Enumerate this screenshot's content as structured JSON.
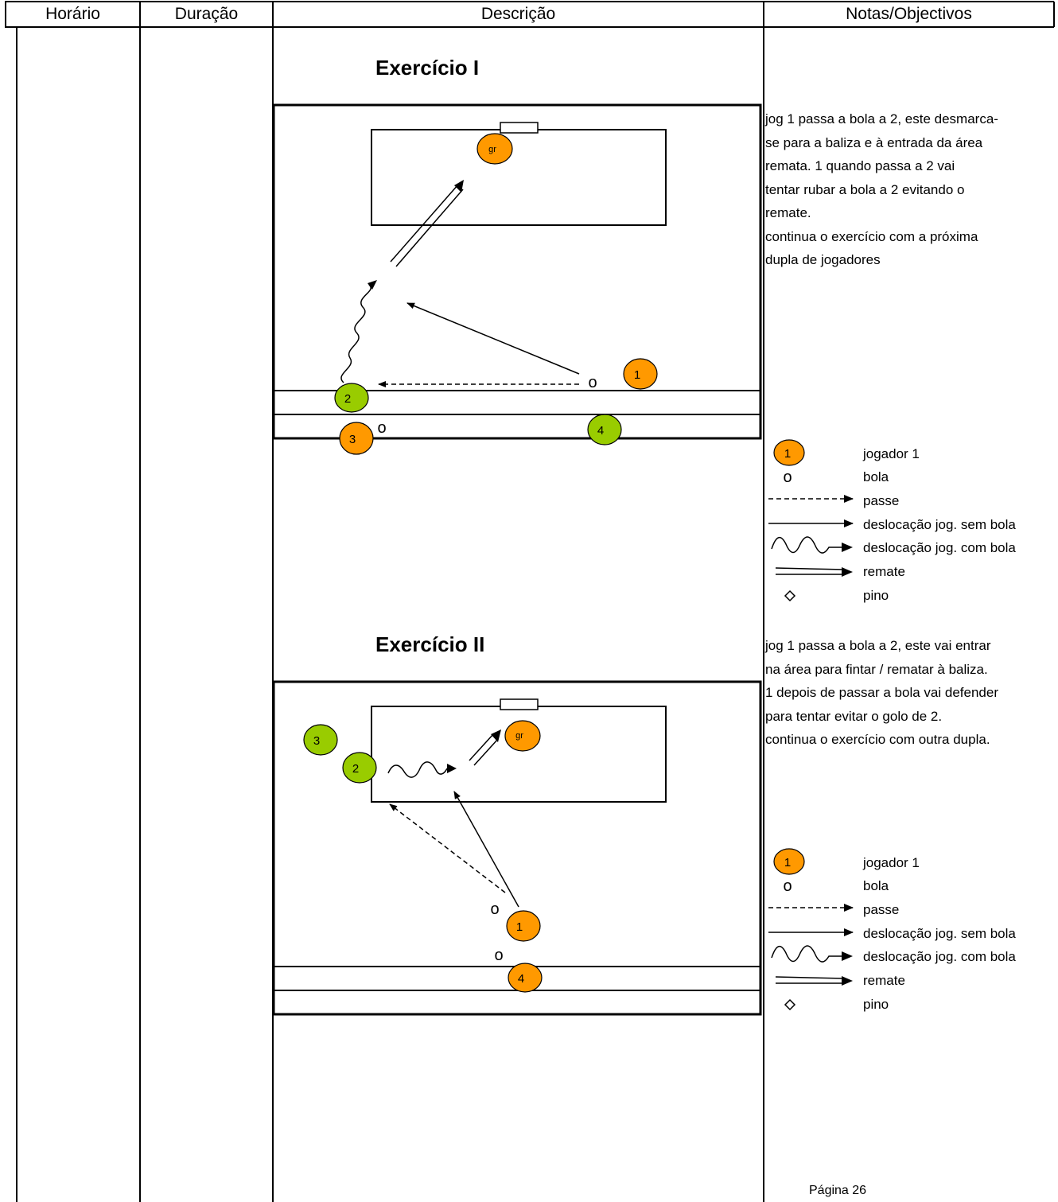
{
  "header": {
    "col_time": "Horário",
    "col_duration": "Duração",
    "col_description": "Descrição",
    "col_notes": "Notas/Objectivos"
  },
  "exercise1": {
    "title": "Exercício I",
    "notes": [
      "jog 1 passa a bola a 2, este desmarca-",
      "se para a baliza e à entrada da área",
      "remata. 1 quando passa a 2 vai",
      "tentar rubar a bola a 2 evitando o",
      "remate.",
      "continua o exercício com a próxima",
      "dupla de jogadores"
    ],
    "player_labels": [
      "gr",
      "1",
      "2",
      "3",
      "4"
    ],
    "ball_label": "o"
  },
  "exercise2": {
    "title": "Exercício II",
    "notes": [
      "jog 1 passa a bola a 2, este vai entrar",
      "na área para fintar / rematar à baliza.",
      "1 depois de passar a bola vai defender",
      "para tentar evitar o golo de 2.",
      "continua o exercício com outra dupla."
    ],
    "player_labels": [
      "gr",
      "1",
      "2",
      "3",
      "4"
    ],
    "ball_label": "o"
  },
  "legend": {
    "player_number": "1",
    "ball_symbol": "o",
    "items": [
      "jogador 1",
      "bola",
      "passe",
      "deslocação jog. sem bola",
      "deslocação jog. com bola",
      "remate",
      "pino"
    ]
  },
  "colors": {
    "orange_player": "#ff9900",
    "green_player": "#99cc00"
  },
  "footer": {
    "page": "Página 26"
  }
}
